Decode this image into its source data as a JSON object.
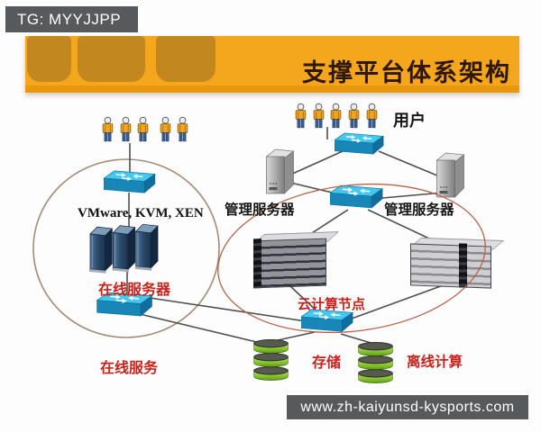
{
  "watermarks": {
    "tg": "TG: MYYJJPP",
    "site": "www.zh-kaiyunsd-kysports.com"
  },
  "header": {
    "title": "支撑平台体系架构"
  },
  "labels": {
    "users": "用户",
    "hypervisors": "VMware, KVM, XEN",
    "online_servers": "在线服务器",
    "online_service": "在线服务",
    "mgmt_server_left": "管理服务器",
    "mgmt_server_right": "管理服务器",
    "cloud_compute_node": "云计算节点",
    "storage": "存储",
    "offline_computing": "离线计算"
  },
  "colors": {
    "header_band": "#f4a61d",
    "header_tab": "#c2871e",
    "header_strip": "#e9980e",
    "title_text": "#2f1708",
    "badge_bg": "#58595b",
    "badge_text": "#ffffff",
    "red_label": "#c9221d",
    "black_label": "#161616",
    "line_color": "#4f4f4f",
    "ellipse_left": "#a28d79",
    "ellipse_right": "#b4634a",
    "switch_blue": "#2eb6e8",
    "cylinder_green": "#7fc32c"
  }
}
